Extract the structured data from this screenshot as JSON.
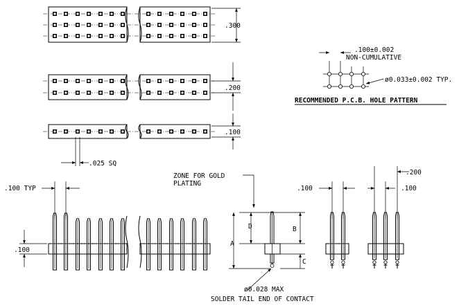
{
  "drawing": {
    "dim_300": ".300",
    "dim_200": ".200",
    "dim_100_right": ".100",
    "dim_025_sq": ".025 SQ",
    "pcb": {
      "pitch_line1": ".100±0.002",
      "pitch_line2": "NON-CUMULATIVE",
      "hole_dia": "ø0.033±0.002 TYP.",
      "title": "RECOMMENDED P.C.B. HOLE PATTERN"
    },
    "side_view": {
      "typ_pitch": ".100 TYP",
      "height": ".100"
    },
    "contact": {
      "zone_line1": "ZONE FOR GOLD",
      "zone_line2": "PLATING",
      "label_d": "D",
      "label_a": "A",
      "label_b": "B",
      "label_c": "C",
      "tail_line1": "ø0.028 MAX",
      "tail_line2": "SOLDER TAIL END OF CONTACT"
    },
    "end_views": {
      "dim_100_left": ".100",
      "dim_200": ".200",
      "dim_100_right": ".100"
    }
  }
}
